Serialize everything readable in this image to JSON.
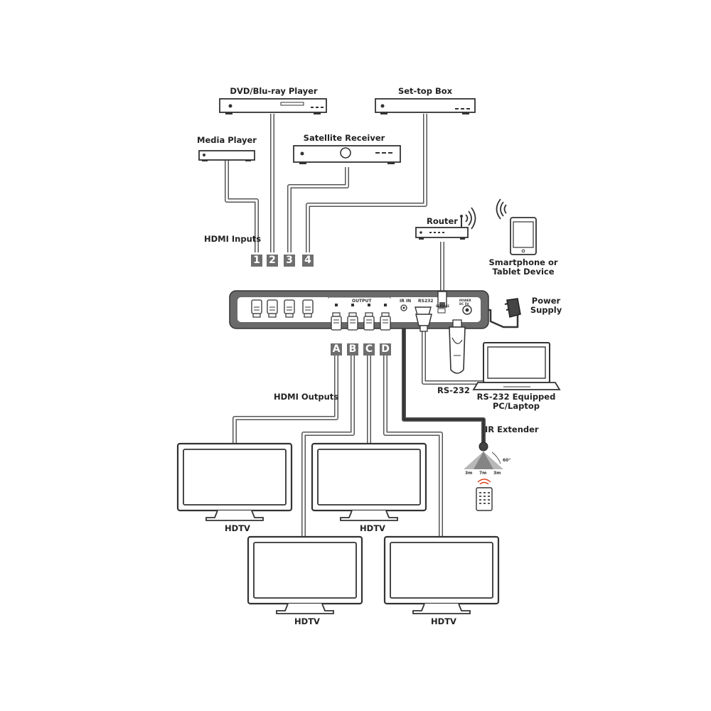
{
  "sources": {
    "dvd": "DVD/Blu-ray Player",
    "settop": "Set-top Box",
    "media": "Media Player",
    "satellite": "Satellite Receiver"
  },
  "hdmi_inputs_label": "HDMI Inputs",
  "input_numbers": [
    "1",
    "2",
    "3",
    "4"
  ],
  "output_letters": [
    "A",
    "B",
    "C",
    "D"
  ],
  "hdmi_outputs_label": "HDMI Outputs",
  "router_label": "Router",
  "smartphone_label": [
    "Smartphone or",
    "Tablet Device"
  ],
  "power_label": [
    "Power",
    "Supply"
  ],
  "rs232_label": "RS-232",
  "pc_label": [
    "RS-232 Equipped",
    "PC/Laptop"
  ],
  "ir_label": "IR Extender",
  "ir_angle": "60°",
  "ir_distances": [
    "3m",
    "7m",
    "3m"
  ],
  "hdtv_label": "HDTV",
  "device_panel": {
    "output": "OUTPUT",
    "ir_in": "IR IN",
    "rs232": "RS232",
    "service": "SERVICE",
    "power": "POWER DC 5V"
  },
  "colors": {
    "line": "#333333",
    "cable": "#555555",
    "badge": "#6e6e6e"
  }
}
